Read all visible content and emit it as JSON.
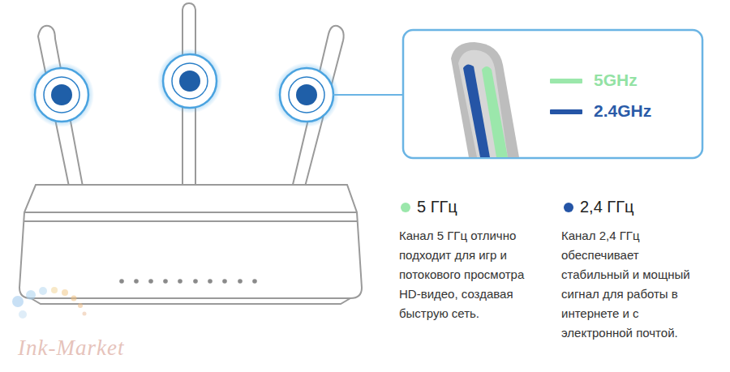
{
  "diagram": {
    "labels": [
      "5 ГГц",
      "Канал 5 ГГц отлично подходит для игр и потокового просмотра HD-видео, создавая быструю сеть.",
      "2,4 ГГц",
      "Канал 2,4 ГГц обеспечивает стабильный и мощный сигнал для работы в интернете и с электронной почтой.",
      "Ink-Market"
    ],
    "legend": [
      {
        "text": "5GHz",
        "color": "#9be7ab"
      },
      {
        "text": "2.4GHz",
        "color": "#2555a6"
      }
    ]
  }
}
